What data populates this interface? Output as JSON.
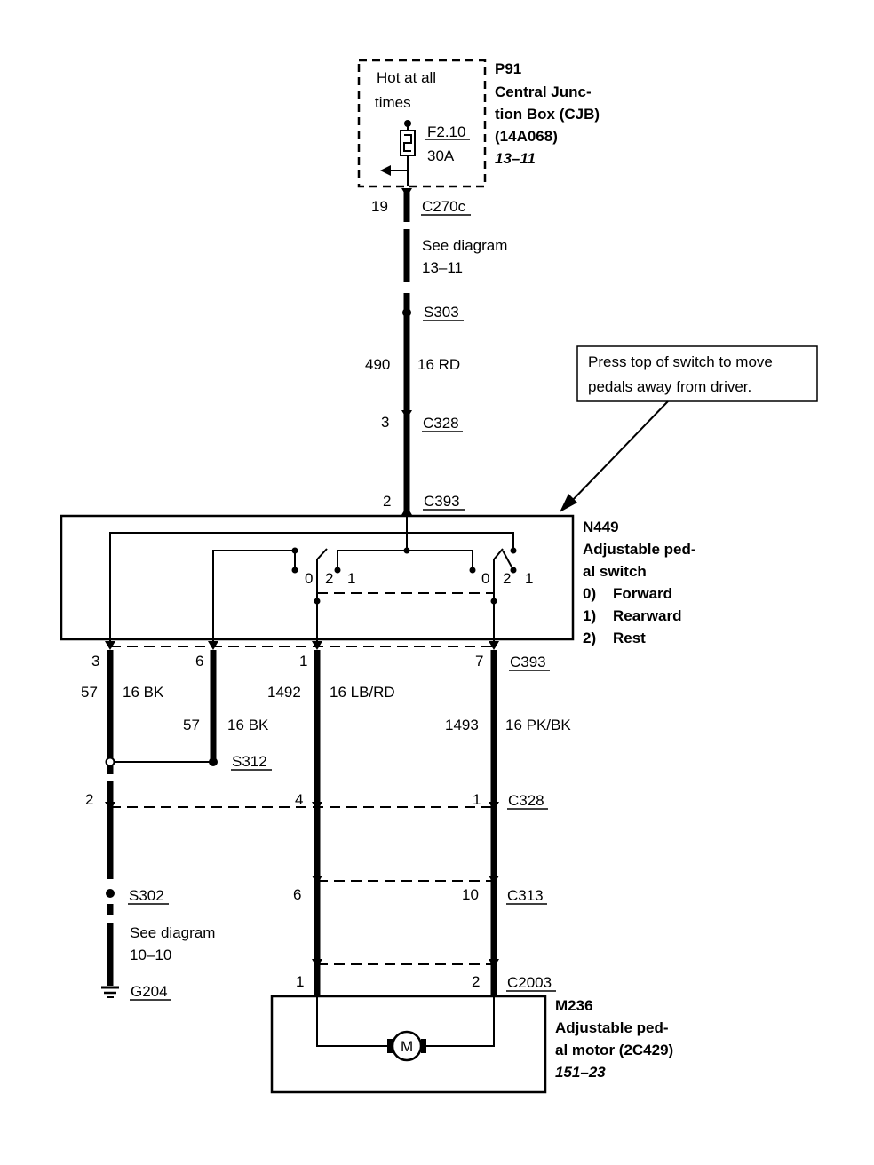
{
  "cjb": {
    "hot_line1": "Hot at all",
    "hot_line2": "times",
    "fuse_id": "F2.10",
    "fuse_rating": "30A",
    "title_id": "P91",
    "title_line1": "Central Junc-",
    "title_line2": "tion Box (CJB)",
    "part_no": "(14A068)",
    "page_ref": "13–11"
  },
  "upper_run": {
    "c270c_pin": "19",
    "c270c_label": "C270c",
    "see_diagram_line1": "See diagram",
    "see_diagram_line2": "13–11",
    "s303_label": "S303",
    "circuit": "490",
    "wire": "16 RD",
    "c328_pin": "3",
    "c328_label": "C328",
    "c393_pin": "2",
    "c393_label": "C393"
  },
  "callout": {
    "line1": "Press top of switch to move",
    "line2": "pedals away from driver."
  },
  "switch": {
    "id": "N449",
    "title_line1": "Adjustable ped-",
    "title_line2": "al switch",
    "pos0_num": "0)",
    "pos0_label": "Forward",
    "pos1_num": "1)",
    "pos1_label": "Rearward",
    "pos2_num": "2)",
    "pos2_label": "Rest",
    "left_p0": "0",
    "left_p2": "2",
    "left_p1": "1",
    "right_p0": "0",
    "right_p2": "2",
    "right_p1": "1"
  },
  "lower": {
    "c393_pins": [
      "3",
      "6",
      "1",
      "7"
    ],
    "c393_label": "C393",
    "wire_a_circuit": "57",
    "wire_a_gauge": "16 BK",
    "wire_b_circuit": "57",
    "wire_b_gauge": "16 BK",
    "wire_c_circuit": "1492",
    "wire_c_gauge": "16 LB/RD",
    "wire_d_circuit": "1493",
    "wire_d_gauge": "16 PK/BK",
    "s312_label": "S312",
    "c328_pins": [
      "2",
      "4",
      "1"
    ],
    "c328_label": "C328",
    "c313_pins": [
      "6",
      "10"
    ],
    "c313_label": "C313",
    "s302_label": "S302",
    "see_diagram_line1": "See diagram",
    "see_diagram_line2": "10–10",
    "g204_label": "G204",
    "c2003_pins": [
      "1",
      "2"
    ],
    "c2003_label": "C2003"
  },
  "motor": {
    "id": "M236",
    "title_line1": "Adjustable ped-",
    "title_line2": "al motor (2C429)",
    "page_ref": "151–23",
    "symbol": "M"
  }
}
